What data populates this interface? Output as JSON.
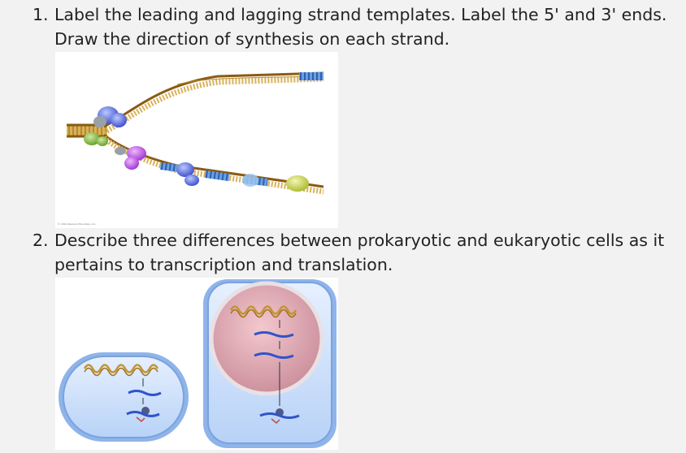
{
  "questions": [
    {
      "number": "1.",
      "text": "Label the leading and lagging strand templates. Label the 5' and 3' ends. Draw the direction of synthesis on each strand."
    },
    {
      "number": "2.",
      "text": "Describe three differences between prokaryotic and eukaryotic cells as it pertains to transcription and translation."
    }
  ],
  "figures": {
    "replication_fork": {
      "icon": "dna-replication-fork-illustration",
      "copyright": "© 2012 Pearson Education, Inc."
    },
    "cells": {
      "icon": "prokaryotic-eukaryotic-cell-illustration"
    }
  }
}
